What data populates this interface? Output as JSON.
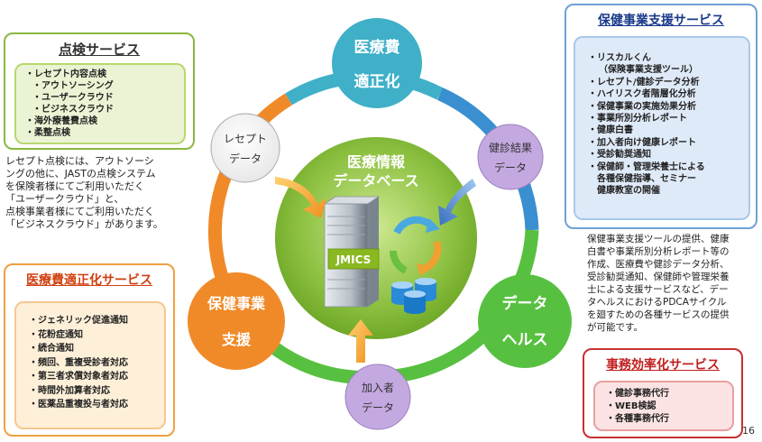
{
  "inspection": {
    "title": "点検サービス",
    "items": [
      "・レセプト内容点検",
      "・アウトソーシング",
      "・ユーザークラウド",
      "・ビジネスクラウド",
      "・海外療養費点検",
      "・柔整点検"
    ],
    "note": [
      "レセプト点検には、アウトソーシ",
      "ングの他に、JASTの点検システム",
      "を保険者様にてご利用いただく",
      "「ユーザークラウド」と、",
      "点検事業者様にてご利用いただく",
      "「ビジネスクラウド」があります。"
    ]
  },
  "medical_opt": {
    "title": "医療費適正化サービス",
    "items": [
      "・ジェネリック促進通知",
      "・花粉症通知",
      "・続合通知",
      "・頻回、重複受診者対応",
      "・第三者求償対象者対応",
      "・時間外加算者対応",
      "・医薬品重複投与者対応"
    ]
  },
  "health_support": {
    "title": "保健事業支援サービス",
    "items": [
      "・リスカルくん",
      "（保険事業支援ツール）",
      "・レセプト/健診データ分析",
      "・ハイリスク者階層化分析",
      "・保健事業の実施効果分析",
      "・事業所別分析レポート",
      "・健康白書",
      "・加入者向け健康レポート",
      "・受診勧奨通知",
      "・保健師・管理栄養士による",
      "各種保健指導、セミナー",
      "健康教室の開催"
    ],
    "note": [
      "保健事業支援ツールの提供、健康",
      "白書や事業所別分析レポート等の",
      "作成、医療費や健診データ分析、",
      "受診勧奨通知、保健師や管理栄養",
      "士による支援サービスなど、デー",
      "タヘルスにおけるPDCAサイクル",
      "を廻すための各種サービスの提供",
      "が可能です。"
    ]
  },
  "office_eff": {
    "title": "事務効率化サービス",
    "items": [
      "・健診事務代行",
      "・WEB検認",
      "・各種事務代行"
    ]
  },
  "diagram": {
    "top_node": [
      "医療費",
      "適正化"
    ],
    "right_node": [
      "データ",
      "ヘルス"
    ],
    "left_node": [
      "保健事業",
      "支援"
    ],
    "small_left": [
      "レセプト",
      "データ"
    ],
    "small_right": [
      "健診結果",
      "データ"
    ],
    "small_bottom": [
      "加入者",
      "データ"
    ],
    "center": [
      "医療情報",
      "データベース"
    ],
    "server_label": "JMICS"
  },
  "page_number": "16",
  "colors": {
    "green_border": "#8ab840",
    "orange_border": "#f0a040",
    "blue_border": "#6ea0d8",
    "red_border": "#c83030",
    "ring_teal": "#3fb0c8",
    "ring_blue": "#3a8fd0",
    "ring_green": "#58c040",
    "ring_orange": "#f08a28",
    "ring_purple": "#8e6ab8"
  }
}
